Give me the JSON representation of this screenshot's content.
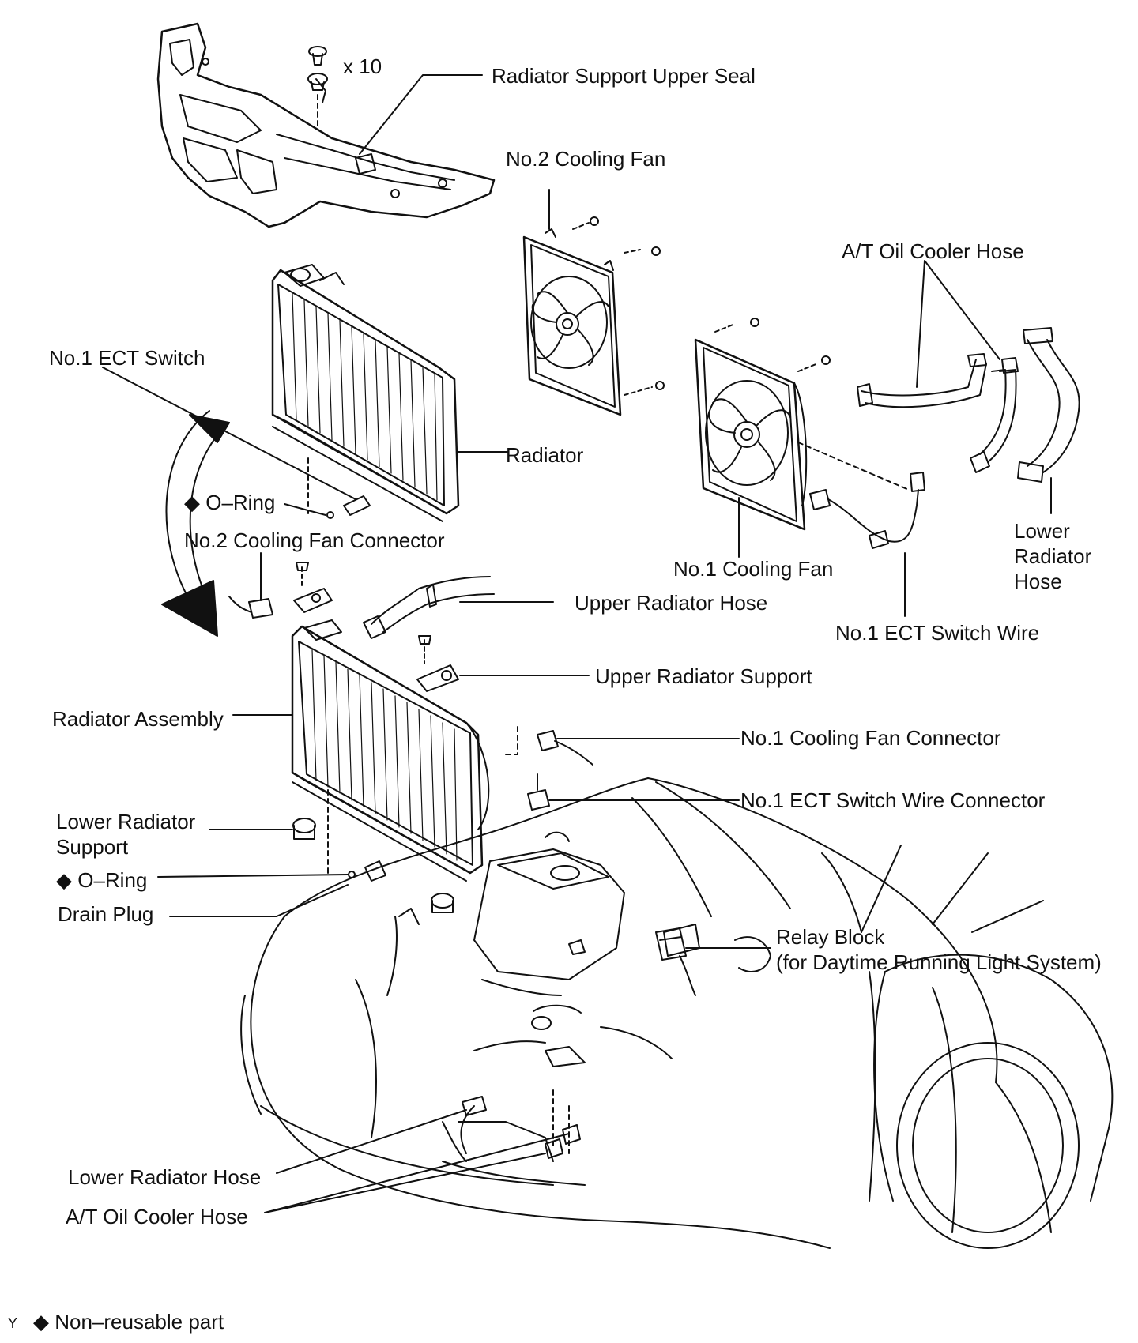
{
  "quantity_note": "x 10",
  "labels": {
    "radiator_support_upper_seal": "Radiator Support Upper Seal",
    "no2_cooling_fan": "No.2 Cooling Fan",
    "at_oil_cooler_hose_top": "A/T Oil Cooler Hose",
    "no1_ect_switch": "No.1 ECT Switch",
    "radiator": "Radiator",
    "o_ring_top": "◆ O–Ring",
    "no2_cooling_fan_connector": "No.2 Cooling Fan Connector",
    "no1_cooling_fan": "No.1 Cooling Fan",
    "lower_radiator_hose_right": [
      "Lower",
      "Radiator",
      "Hose"
    ],
    "upper_radiator_hose": "Upper Radiator Hose",
    "no1_ect_switch_wire": "No.1 ECT Switch Wire",
    "upper_radiator_support": "Upper Radiator Support",
    "radiator_assembly": "Radiator Assembly",
    "no1_cooling_fan_connector": "No.1 Cooling Fan Connector",
    "no1_ect_switch_wire_connector": "No.1 ECT Switch Wire Connector",
    "lower_radiator_support": [
      "Lower Radiator",
      "Support"
    ],
    "o_ring_bottom": "◆ O–Ring",
    "drain_plug": "Drain Plug",
    "relay_block": [
      "Relay Block",
      "(for Daytime Running Light System)"
    ],
    "lower_radiator_hose_bottom": "Lower Radiator Hose",
    "at_oil_cooler_hose_bottom": "A/T Oil Cooler Hose"
  },
  "footer": {
    "corner_mark": "Y",
    "legend": "◆ Non–reusable part"
  }
}
